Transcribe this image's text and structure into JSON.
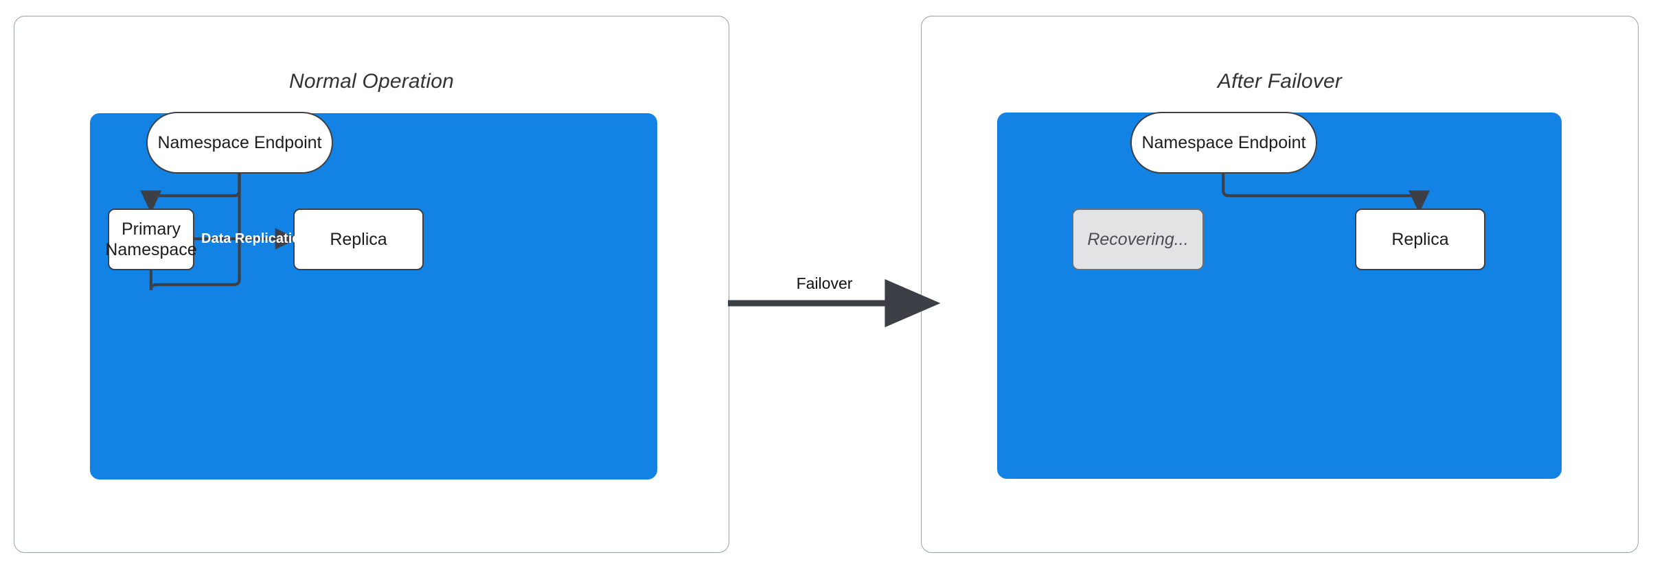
{
  "diagram": {
    "type": "flowchart",
    "accent_blue": "#1283e4",
    "edge_color": "#3c3f45",
    "muted_fill": "#e2e3e5",
    "panels": [
      {
        "id": "normal-operation",
        "title": "Normal Operation",
        "nodes": [
          {
            "id": "endpoint",
            "label": "Namespace Endpoint",
            "shape": "stadium",
            "fill": "white"
          },
          {
            "id": "primary",
            "label": "Primary\nNamespace",
            "line1": "Primary",
            "line2": "Namespace",
            "shape": "rect",
            "fill": "white"
          },
          {
            "id": "replica",
            "label": "Replica",
            "shape": "rect",
            "fill": "white"
          }
        ],
        "edges": [
          {
            "from": "endpoint",
            "to": "primary",
            "label": ""
          },
          {
            "from": "primary",
            "to": "replica",
            "label": "Data Replication"
          }
        ]
      },
      {
        "id": "after-failover",
        "title": "After Failover",
        "nodes": [
          {
            "id": "endpoint",
            "label": "Namespace Endpoint",
            "shape": "stadium",
            "fill": "white"
          },
          {
            "id": "recovering",
            "label": "Recovering...",
            "shape": "rect",
            "fill": "grey"
          },
          {
            "id": "replica",
            "label": "Replica",
            "shape": "rect",
            "fill": "white"
          }
        ],
        "edges": [
          {
            "from": "endpoint",
            "to": "replica",
            "label": ""
          }
        ]
      }
    ],
    "transition": {
      "label": "Failover",
      "direction": "left-to-right"
    }
  }
}
